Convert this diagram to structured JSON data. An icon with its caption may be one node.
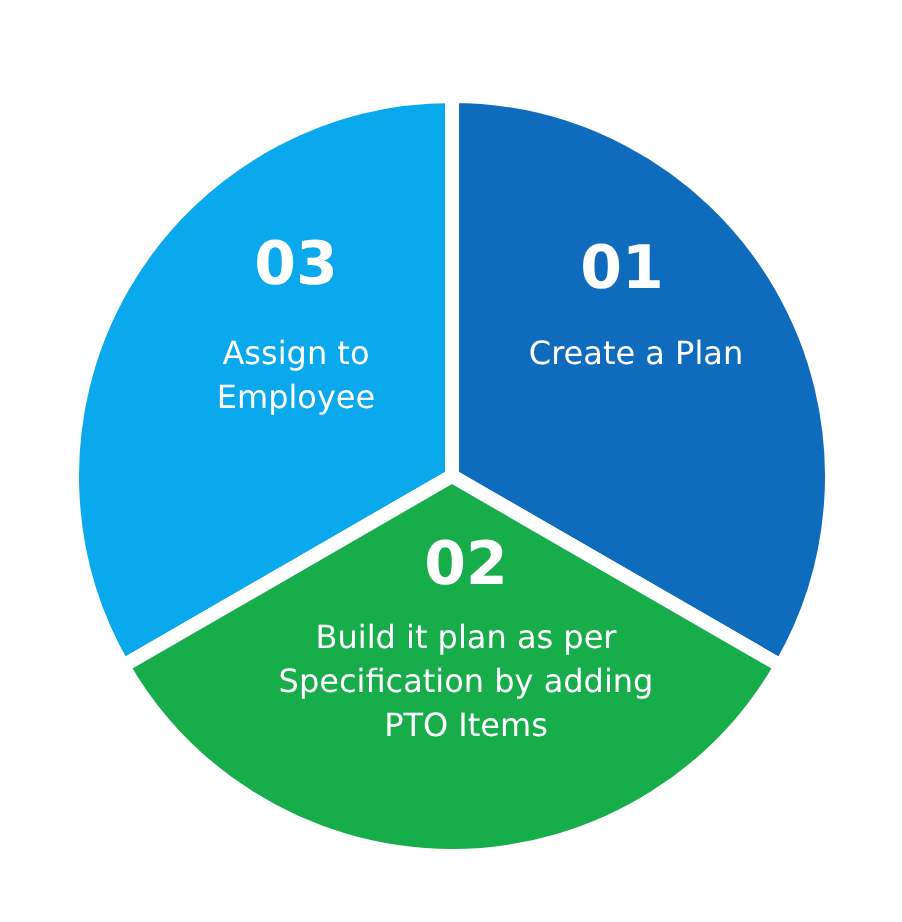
{
  "diagram": {
    "nodes": [
      {
        "text": [
          "03",
          "Assign to Employee"
        ]
      },
      {
        "text": [
          "01",
          "Create a Plan"
        ]
      },
      {
        "text": [
          "02",
          "Build it plan as per Specification by adding PTO Items"
        ]
      }
    ]
  }
}
